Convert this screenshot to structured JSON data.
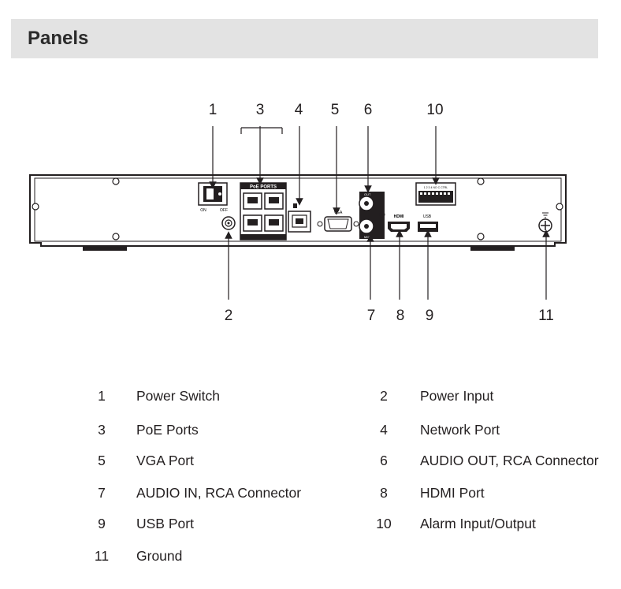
{
  "page": {
    "title": "Panels"
  },
  "callout_numbers": [
    "1",
    "2",
    "3",
    "4",
    "5",
    "6",
    "7",
    "8",
    "9",
    "10",
    "11"
  ],
  "panel_labels": {
    "poe_ports": "PoE PORTS",
    "on": "ON",
    "off": "OFF",
    "vga": "VGA",
    "out": "OUT",
    "mic": "MIC",
    "hdmi": "HDMI",
    "usb": "USB",
    "alarm": "1 2 3 4 NO C CTRL"
  },
  "legend": [
    {
      "num": "1",
      "label": "Power Switch"
    },
    {
      "num": "2",
      "label": "Power Input"
    },
    {
      "num": "3",
      "label": "PoE Ports"
    },
    {
      "num": "4",
      "label": "Network Port"
    },
    {
      "num": "5",
      "label": "VGA Port"
    },
    {
      "num": "6",
      "label": "AUDIO OUT, RCA Connector"
    },
    {
      "num": "7",
      "label": "AUDIO IN, RCA Connector"
    },
    {
      "num": "8",
      "label": "HDMI Port"
    },
    {
      "num": "9",
      "label": "USB Port"
    },
    {
      "num": "10",
      "label": "Alarm Input/Output"
    },
    {
      "num": "11",
      "label": "Ground"
    }
  ]
}
